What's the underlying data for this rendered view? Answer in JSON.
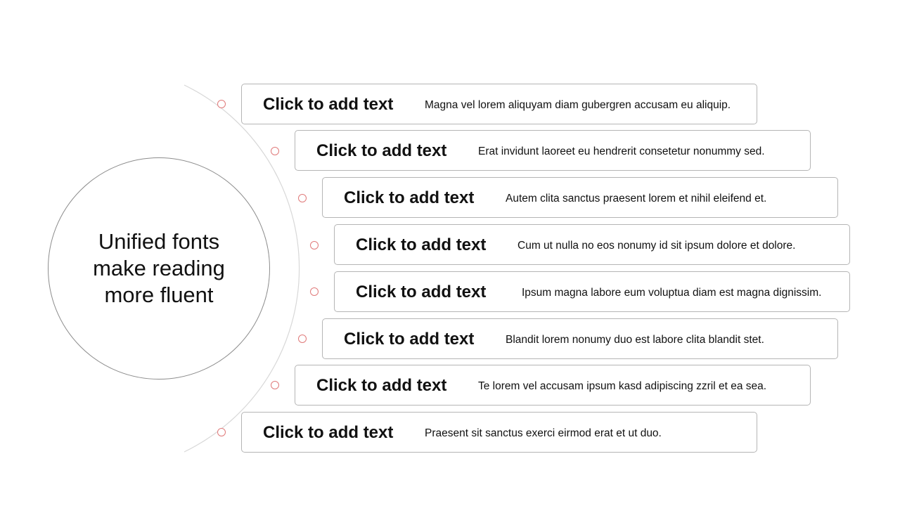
{
  "center": {
    "text": "Unified fonts\nmake reading\nmore fluent"
  },
  "items": [
    {
      "title": "Click to add text",
      "desc": "Magna vel lorem aliquyam diam gubergren accusam eu aliquip."
    },
    {
      "title": "Click to add text",
      "desc": "Erat invidunt laoreet eu hendrerit consetetur nonummy sed."
    },
    {
      "title": "Click to add text",
      "desc": "Autem clita sanctus praesent lorem et nihil eleifend et."
    },
    {
      "title": "Click to add text",
      "desc": "Cum ut nulla no eos nonumy id sit ipsum dolore et dolore."
    },
    {
      "title": "Click to add text",
      "desc": "Ipsum magna labore eum voluptua diam est magna dignissim."
    },
    {
      "title": "Click to add text",
      "desc": "Blandit lorem nonumy duo est labore clita blandit stet."
    },
    {
      "title": "Click to add text",
      "desc": "Te lorem vel accusam ipsum kasd adipiscing zzril et ea sea."
    },
    {
      "title": "Click to add text",
      "desc": "Praesent sit sanctus exerci eirmod erat et ut duo."
    }
  ],
  "colors": {
    "accent": "#e07a7a",
    "arc": "#d8d8d8",
    "border": "#b5b5b5"
  }
}
